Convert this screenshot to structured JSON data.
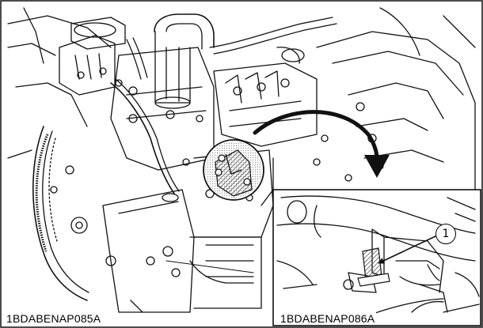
{
  "figure": {
    "main_view_code": "1BDABENAP085A",
    "inset_view_code": "1BDABENAP086A",
    "callout": "1"
  },
  "colors": {
    "line": "#111111",
    "background": "#ffffff",
    "hatch": "#555555"
  },
  "icons": {
    "transition_arrow": "curved-arrow-icon",
    "callout_marker": "circled-number"
  }
}
